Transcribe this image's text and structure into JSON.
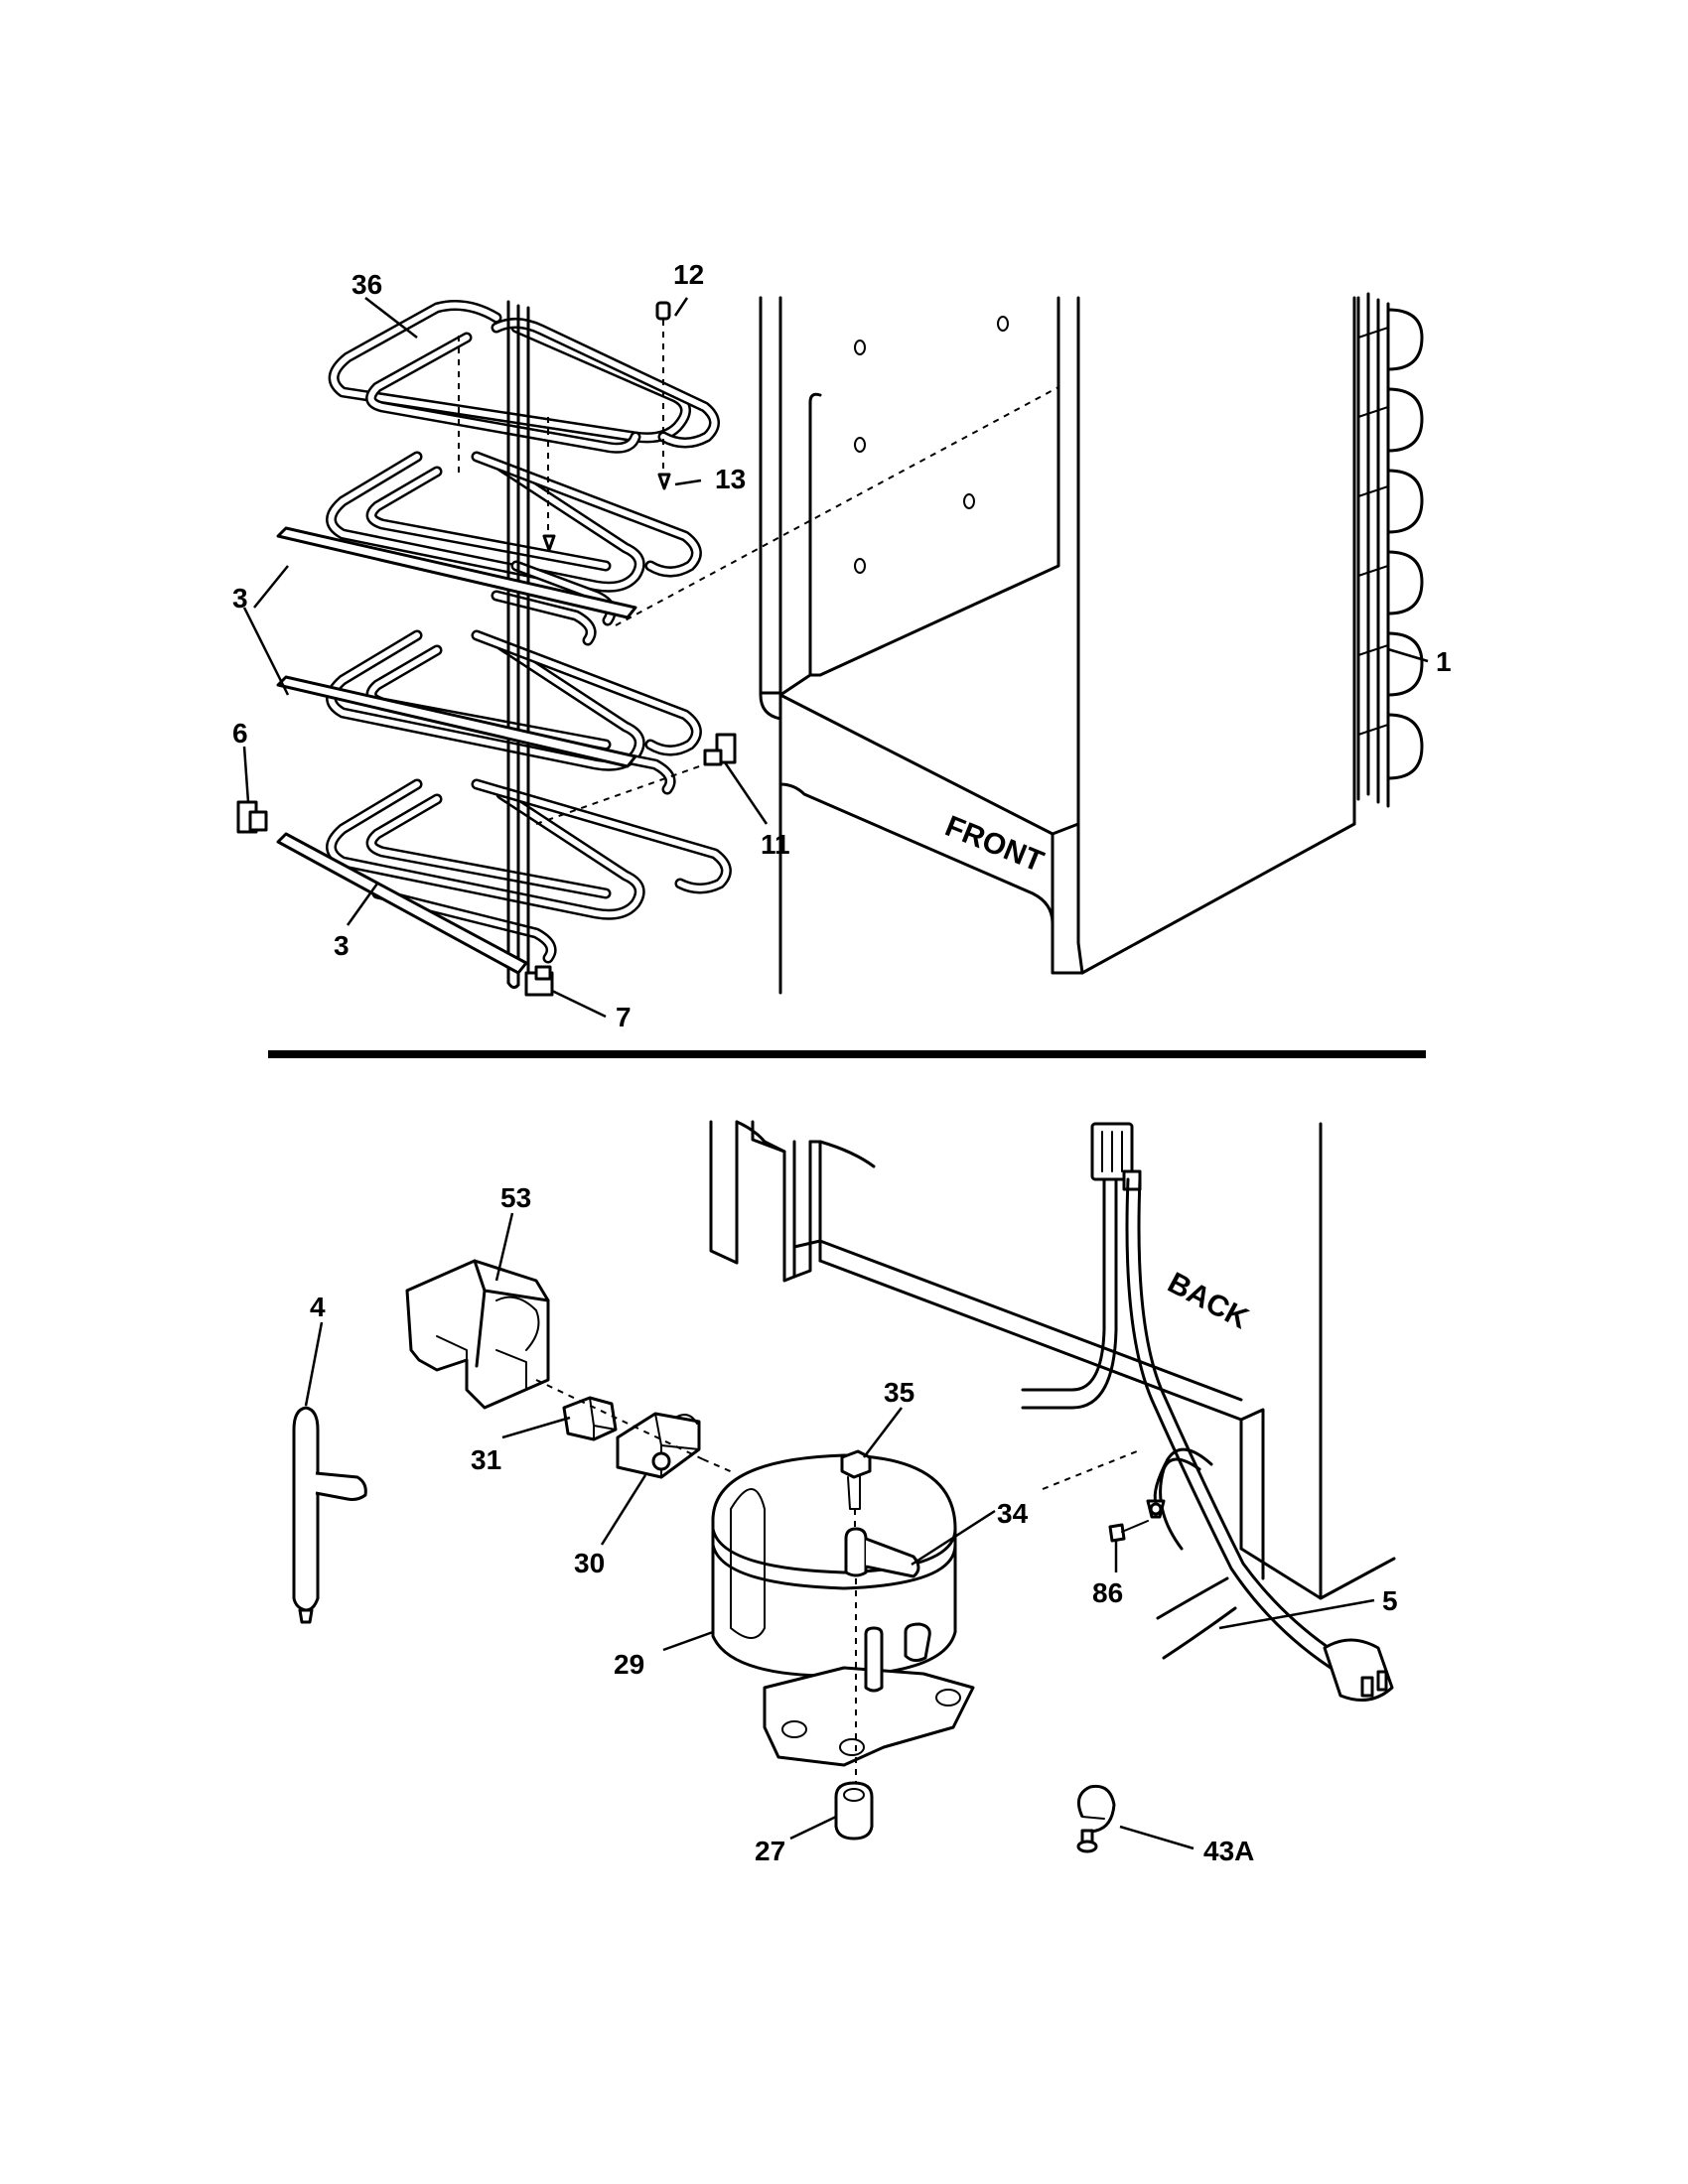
{
  "labels": {
    "p36": "36",
    "p12": "12",
    "p13": "13",
    "p3a": "3",
    "p3b": "3",
    "p6": "6",
    "p11": "11",
    "p7": "7",
    "p1": "1",
    "p53": "53",
    "p4": "4",
    "p31": "31",
    "p35": "35",
    "p30": "30",
    "p34": "34",
    "p29": "29",
    "p86": "86",
    "p5": "5",
    "p27": "27",
    "p43a": "43A"
  },
  "words": {
    "front": "FRONT",
    "back": "BACK"
  }
}
